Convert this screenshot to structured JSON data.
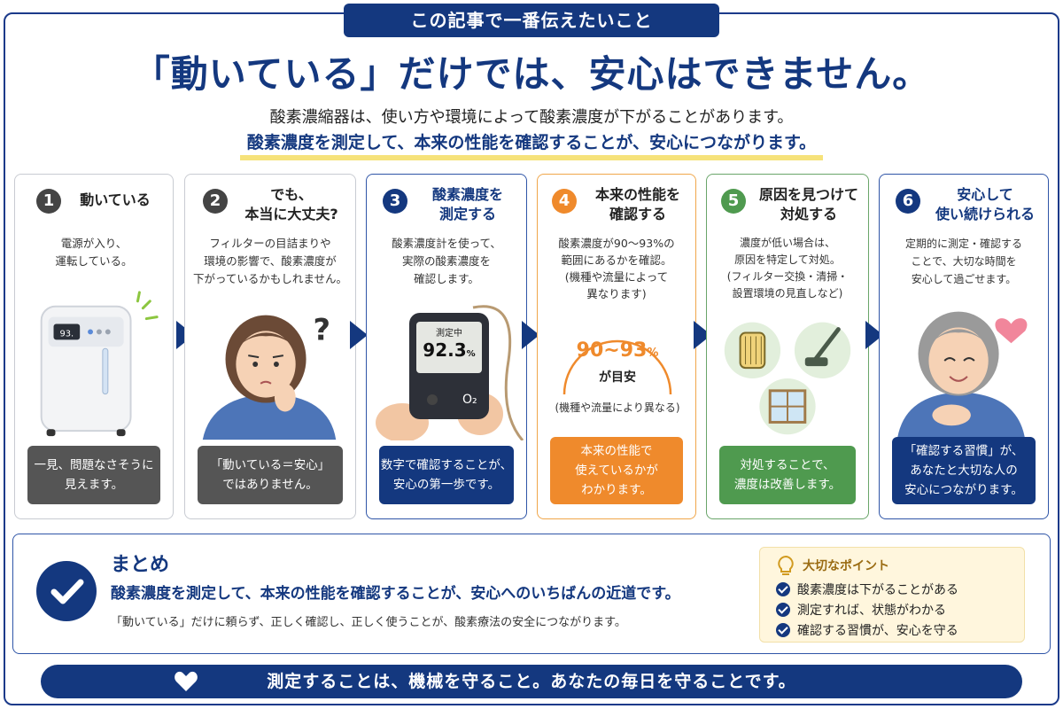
{
  "header": {
    "tag": "この記事で一番伝えたいこと",
    "headline": "「動いている」だけでは、安心はできません。",
    "sub1": "酸素濃縮器は、使い方や環境によって酸素濃度が下がることがあります。",
    "sub2": "酸素濃度を測定して、本来の性能を確認することが、安心につながります。"
  },
  "colors": {
    "navy": "#14387f",
    "orange": "#ef8a2c",
    "green": "#4f9a4f",
    "gray": "#555555",
    "highlight": "#f6e27a"
  },
  "steps": [
    {
      "num": "1",
      "title1": "動いている",
      "title2": "",
      "body": [
        "電源が入り、",
        "運転している。"
      ],
      "foot": [
        "一見、問題なさそうに",
        "見えます。"
      ],
      "icon": "oxygen-concentrator-icon"
    },
    {
      "num": "2",
      "title1": "でも、",
      "title2": "本当に大丈夫?",
      "body": [
        "フィルターの目詰まりや",
        "環境の影響で、酸素濃度が",
        "下がっているかもしれません。"
      ],
      "foot": [
        "「動いている＝安心」",
        "ではありません。"
      ],
      "icon": "worried-person-icon"
    },
    {
      "num": "3",
      "title1": "酸素濃度を",
      "title2": "測定する",
      "body": [
        "酸素濃度計を使って、",
        "実際の酸素濃度を",
        "確認します。"
      ],
      "foot": [
        "数字で確認することが、",
        "安心の第一歩です。"
      ],
      "icon": "oxygen-meter-icon",
      "meter": {
        "label": "測定中",
        "value": "92.3",
        "unit": "%",
        "o2": "O₂"
      }
    },
    {
      "num": "4",
      "title1": "本来の性能を",
      "title2": "確認する",
      "body": [
        "酸素濃度が90～93%の",
        "範囲にあるかを確認。",
        "(機種や流量によって",
        "異なります)"
      ],
      "foot": [
        "本来の性能で",
        "使えているかが",
        "わかります。"
      ],
      "icon": "range-gauge-icon",
      "gauge": {
        "range": "90~93",
        "unit": "%",
        "caption": "が目安",
        "note": "(機種や流量により異なる)"
      }
    },
    {
      "num": "5",
      "title1": "原因を見つけて",
      "title2": "対処する",
      "body": [
        "濃度が低い場合は、",
        "原因を特定して対処。",
        "(フィルター交換・清掃・",
        "設置環境の見直しなど)"
      ],
      "foot": [
        "対処することで、",
        "濃度は改善します。"
      ],
      "icon": "maintenance-icons"
    },
    {
      "num": "6",
      "title1": "安心して",
      "title2": "使い続けられる",
      "body": [
        "定期的に測定・確認する",
        "ことで、大切な時間を",
        "安心して過ごせます。"
      ],
      "foot": [
        "「確認する習慣」が、",
        "あなたと大切な人の",
        "安心につながります。"
      ],
      "icon": "smiling-elder-icon"
    }
  ],
  "summary": {
    "title": "まとめ",
    "main": "酸素濃度を測定して、本来の性能を確認することが、安心へのいちばんの近道です。",
    "sub": "「動いている」だけに頼らず、正しく確認し、正しく使うことが、酸素療法の安全につながります。",
    "points_title": "大切なポイント",
    "points": [
      "酸素濃度は下がることがある",
      "測定すれば、状態がわかる",
      "確認する習慣が、安心を守る"
    ]
  },
  "footer": {
    "message": "測定することは、機械を守ること。あなたの毎日を守ることです。"
  }
}
